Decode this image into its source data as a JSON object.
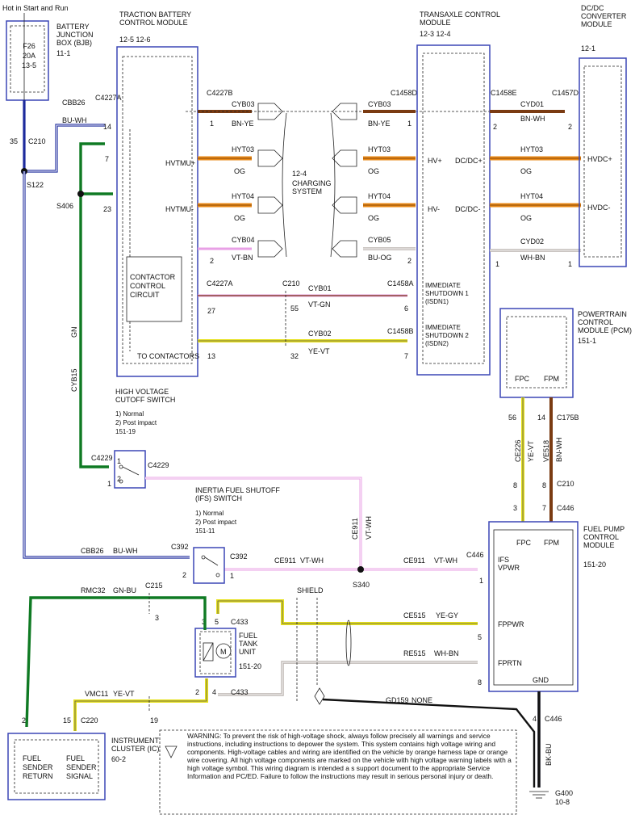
{
  "header": {
    "hot_label": "Hot in Start and Run"
  },
  "bjb": {
    "fuse": "F26",
    "rating": "20A",
    "ref": "13-5",
    "name": "BATTERY JUNCTION BOX (BJB)",
    "page": "11-1"
  },
  "tbcm": {
    "name": "TRACTION BATTERY CONTROL MODULE",
    "page": "12-5   12-6",
    "hvtmu_pos": "HVTMU+",
    "hvtmu_neg": "HVTMU-",
    "contactor": "CONTACTOR CONTROL CIRCUIT",
    "to_contactors": "TO CONTACTORS"
  },
  "tcm": {
    "name": "TRANSAXLE CONTROL MODULE",
    "page": "12-3   12-4",
    "hv_pos": "HV+",
    "hv_neg": "HV-",
    "dcdc_pos": "DC/DC+",
    "dcdc_neg": "DC/DC-",
    "isdn1": "IMMEDIATE SHUTDOWN 1 (ISDN1)",
    "isdn2": "IMMEDIATE SHUTDOWN 2 (ISDN2)"
  },
  "dcdc": {
    "name": "DC/DC CONVERTER MODULE",
    "page": "12-1",
    "hvdc_pos": "HVDC+",
    "hvdc_neg": "HVDC-"
  },
  "charging": {
    "ref": "12-4",
    "name": "CHARGING SYSTEM"
  },
  "pcm": {
    "name": "POWERTRAIN CONTROL MODULE (PCM)",
    "page": "151-1",
    "fpc": "FPC",
    "fpm": "FPM"
  },
  "fpcm": {
    "name": "FUEL PUMP CONTROL MODULE",
    "page": "151-20",
    "fpc": "FPC",
    "fpm": "FPM",
    "ifs": "IFS VPWR",
    "fppwr": "FPPWR",
    "fprtn": "FPRTN",
    "gnd": "GND"
  },
  "hvcs": {
    "name": "HIGH VOLTAGE CUTOFF SWITCH",
    "normal": "1) Normal",
    "post": "2) Post impact",
    "page": "151-19"
  },
  "ifs": {
    "name": "INERTIA FUEL SHUTOFF (IFS) SWITCH",
    "normal": "1) Normal",
    "post": "2) Post impact",
    "page": "151-11"
  },
  "fuel_tank": {
    "name": "FUEL TANK UNIT",
    "page": "151-20"
  },
  "ic": {
    "name": "INSTRUMENT CLUSTER (IC)",
    "page": "60-2",
    "ret": "FUEL SENDER RETURN",
    "sig": "FUEL SENDER SIGNAL"
  },
  "shield": "SHIELD",
  "ground": {
    "id": "G400",
    "page": "10-8"
  },
  "warning": "WARNING: To prevent the risk of high-voltage shock, always follow precisely all warnings and service instructions, including instructions to depower the system. This system contains high voltage wiring and components. High-voltage cables and wiring are identified on the vehicle by orange harness tape or orange wire covering. All high voltage components are marked on the vehicle with high voltage warning labels with a high voltage symbol.  This wiring diagram is intended a s support document to the appropriate Service Information and PC/ED. Failure to follow the instructions may result in serious personal injury or death.",
  "wires": {
    "cbb26": "CBB26",
    "bu_wh": "BU-WH",
    "cyb15": "CYB15",
    "gn": "GN",
    "cyb03": "CYB03",
    "bn_ye": "BN-YE",
    "hyt03": "HYT03",
    "hyt04": "HYT04",
    "og": "OG",
    "cyb04": "CYB04",
    "vt_bn": "VT-BN",
    "cyb05": "CYB05",
    "bu_og": "BU-OG",
    "cyd01": "CYD01",
    "bn_wh": "BN-WH",
    "cyd02": "CYD02",
    "wh_bn": "WH-BN",
    "cyb01": "CYB01",
    "vt_gn": "VT-GN",
    "cyb02": "CYB02",
    "ye_vt": "YE-VT",
    "ce911": "CE911",
    "vt_wh": "VT-WH",
    "ce226": "CE226",
    "ve518": "VE518",
    "ce515": "CE515",
    "ye_gy": "YE-GY",
    "re515": "RE515",
    "wh_bn2": "WH-BN",
    "rmc32": "RMC32",
    "gn_bu": "GN-BU",
    "vmc11": "VMC11",
    "ye_vt2": "YE-VT",
    "gd159": "GD159",
    "none": "NONE",
    "bk_bu": "BK-BU"
  },
  "connectors": {
    "c210": "C210",
    "c4227a": "C4227A",
    "c4227b": "C4227B",
    "c1458d": "C1458D",
    "c1458e": "C1458E",
    "c1457d": "C1457D",
    "c1458a": "C1458A",
    "c1458b": "C1458B",
    "c4229": "C4229",
    "c392": "C392",
    "c446": "C446",
    "c175b": "C175B",
    "c215": "C215",
    "c433": "C433",
    "c220": "C220",
    "s122": "S122",
    "s406": "S406",
    "s340": "S340"
  },
  "pins": {
    "p35": "35",
    "p14": "14",
    "p7": "7",
    "p23": "23",
    "p1": "1",
    "p2": "2",
    "p27": "27",
    "p13": "13",
    "p55": "55",
    "p32": "32",
    "p6": "6",
    "p56": "56",
    "p8": "8",
    "p3": "3",
    "p5": "5",
    "p15": "15",
    "p19": "19",
    "p4": "4"
  }
}
